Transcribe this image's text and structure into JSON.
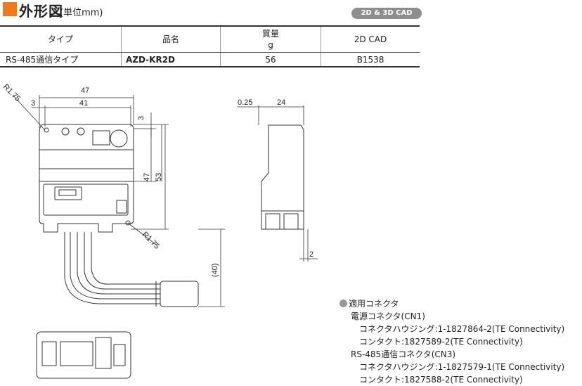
{
  "header": {
    "title": "外形図",
    "unit": "(単位mm)",
    "cad_badge": "2D & 3D CAD"
  },
  "table": {
    "headers": [
      "タイプ",
      "品名",
      "質量",
      "g",
      "2D CAD"
    ],
    "row": {
      "type": "RS-485通信タイプ",
      "model": "AZD-KR2D",
      "mass": "56",
      "cad": "B1538"
    }
  },
  "dims": {
    "r_top": "R1.75",
    "w47": "47",
    "w3": "3",
    "w41": "41",
    "right3": "3",
    "h47": "47",
    "h53": "53",
    "r_bottom": "R1.75",
    "cable40": "(40)",
    "side_025": "0.25",
    "side_24": "24",
    "side_2": "2"
  },
  "notes": {
    "heading": "適用コネクタ",
    "cn1_title": "電源コネクタ(CN1)",
    "cn1_housing": "コネクタハウジング:1-1827864-2(TE Connectivity)",
    "cn1_contact": "コンタクト:1827589-2(TE Connectivity)",
    "cn3_title": "RS-485通信コネクタ(CN3)",
    "cn3_housing": "コネクタハウジング:1-1827579-1(TE Connectivity)",
    "cn3_contact": "コンタクト:1827588-2(TE Connectivity)"
  },
  "colors": {
    "accent": "#ee7a1b",
    "badge": "#8e8e8e"
  }
}
